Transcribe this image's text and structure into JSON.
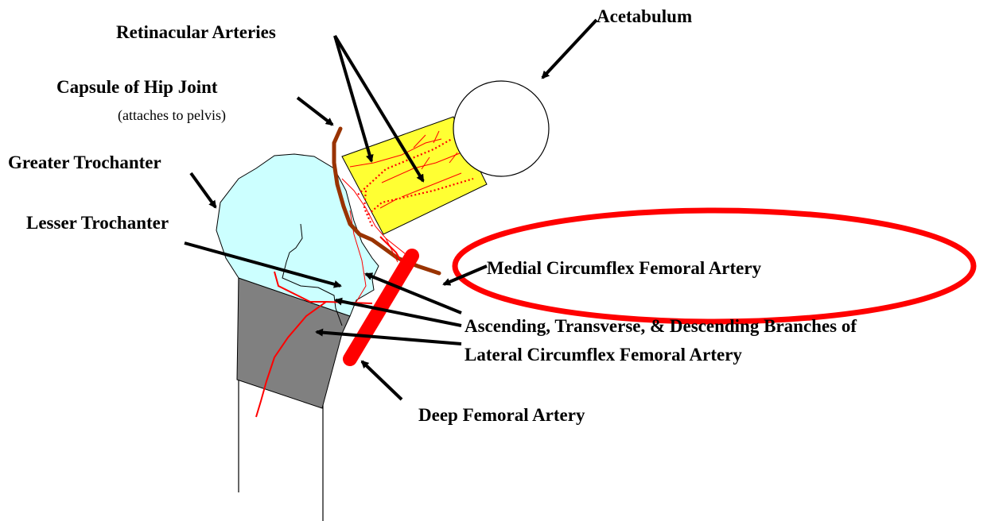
{
  "labels": {
    "acetabulum": "Acetabulum",
    "retinacular": "Retinacular Arteries",
    "capsule": "Capsule of Hip Joint",
    "capsule_note": "(attaches to pelvis)",
    "greater_trochanter": "Greater Trochanter",
    "lesser_trochanter": "Lesser Trochanter",
    "medial_circumflex": "Medial Circumflex Femoral Artery",
    "lateral_branches_line1": "Ascending, Transverse, & Descending Branches of",
    "lateral_branches_line2": "Lateral Circumflex Femoral Artery",
    "deep_femoral": "Deep Femoral Artery"
  },
  "colors": {
    "femoral_head_neck": "#ffff33",
    "trochanter": "#ccffff",
    "shaft_section": "#808080",
    "artery": "#ff0000",
    "capsule": "#993300",
    "highlight_ellipse": "#ff0000"
  }
}
